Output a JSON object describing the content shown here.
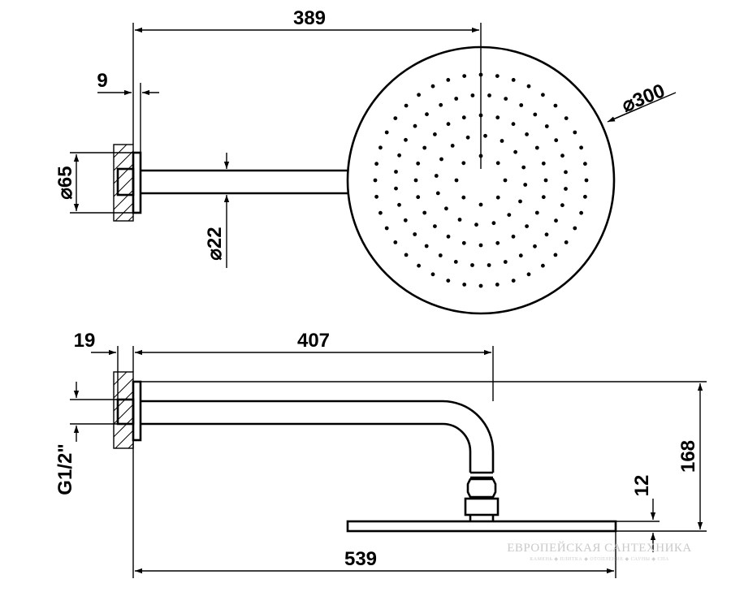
{
  "top_view": {
    "total_length": "389",
    "flange_thickness": "9",
    "flange_diameter": "65",
    "arm_diameter": "22",
    "head_diameter": "300",
    "diameter_symbol": "⌀"
  },
  "side_view": {
    "wall_offset": "19",
    "arm_length": "407",
    "thread": "G1/2\"",
    "height": "168",
    "head_thickness": "12",
    "overall_length": "539"
  },
  "watermark": {
    "brand": "ЕВРОПЕЙСКАЯ САНТЕХНИКА",
    "tagline": "КАМЕНЬ ◆ ПЛИТКА ◆ ОТОПЛЕНИЕ ◆ САУНЫ ◆ СПА"
  }
}
